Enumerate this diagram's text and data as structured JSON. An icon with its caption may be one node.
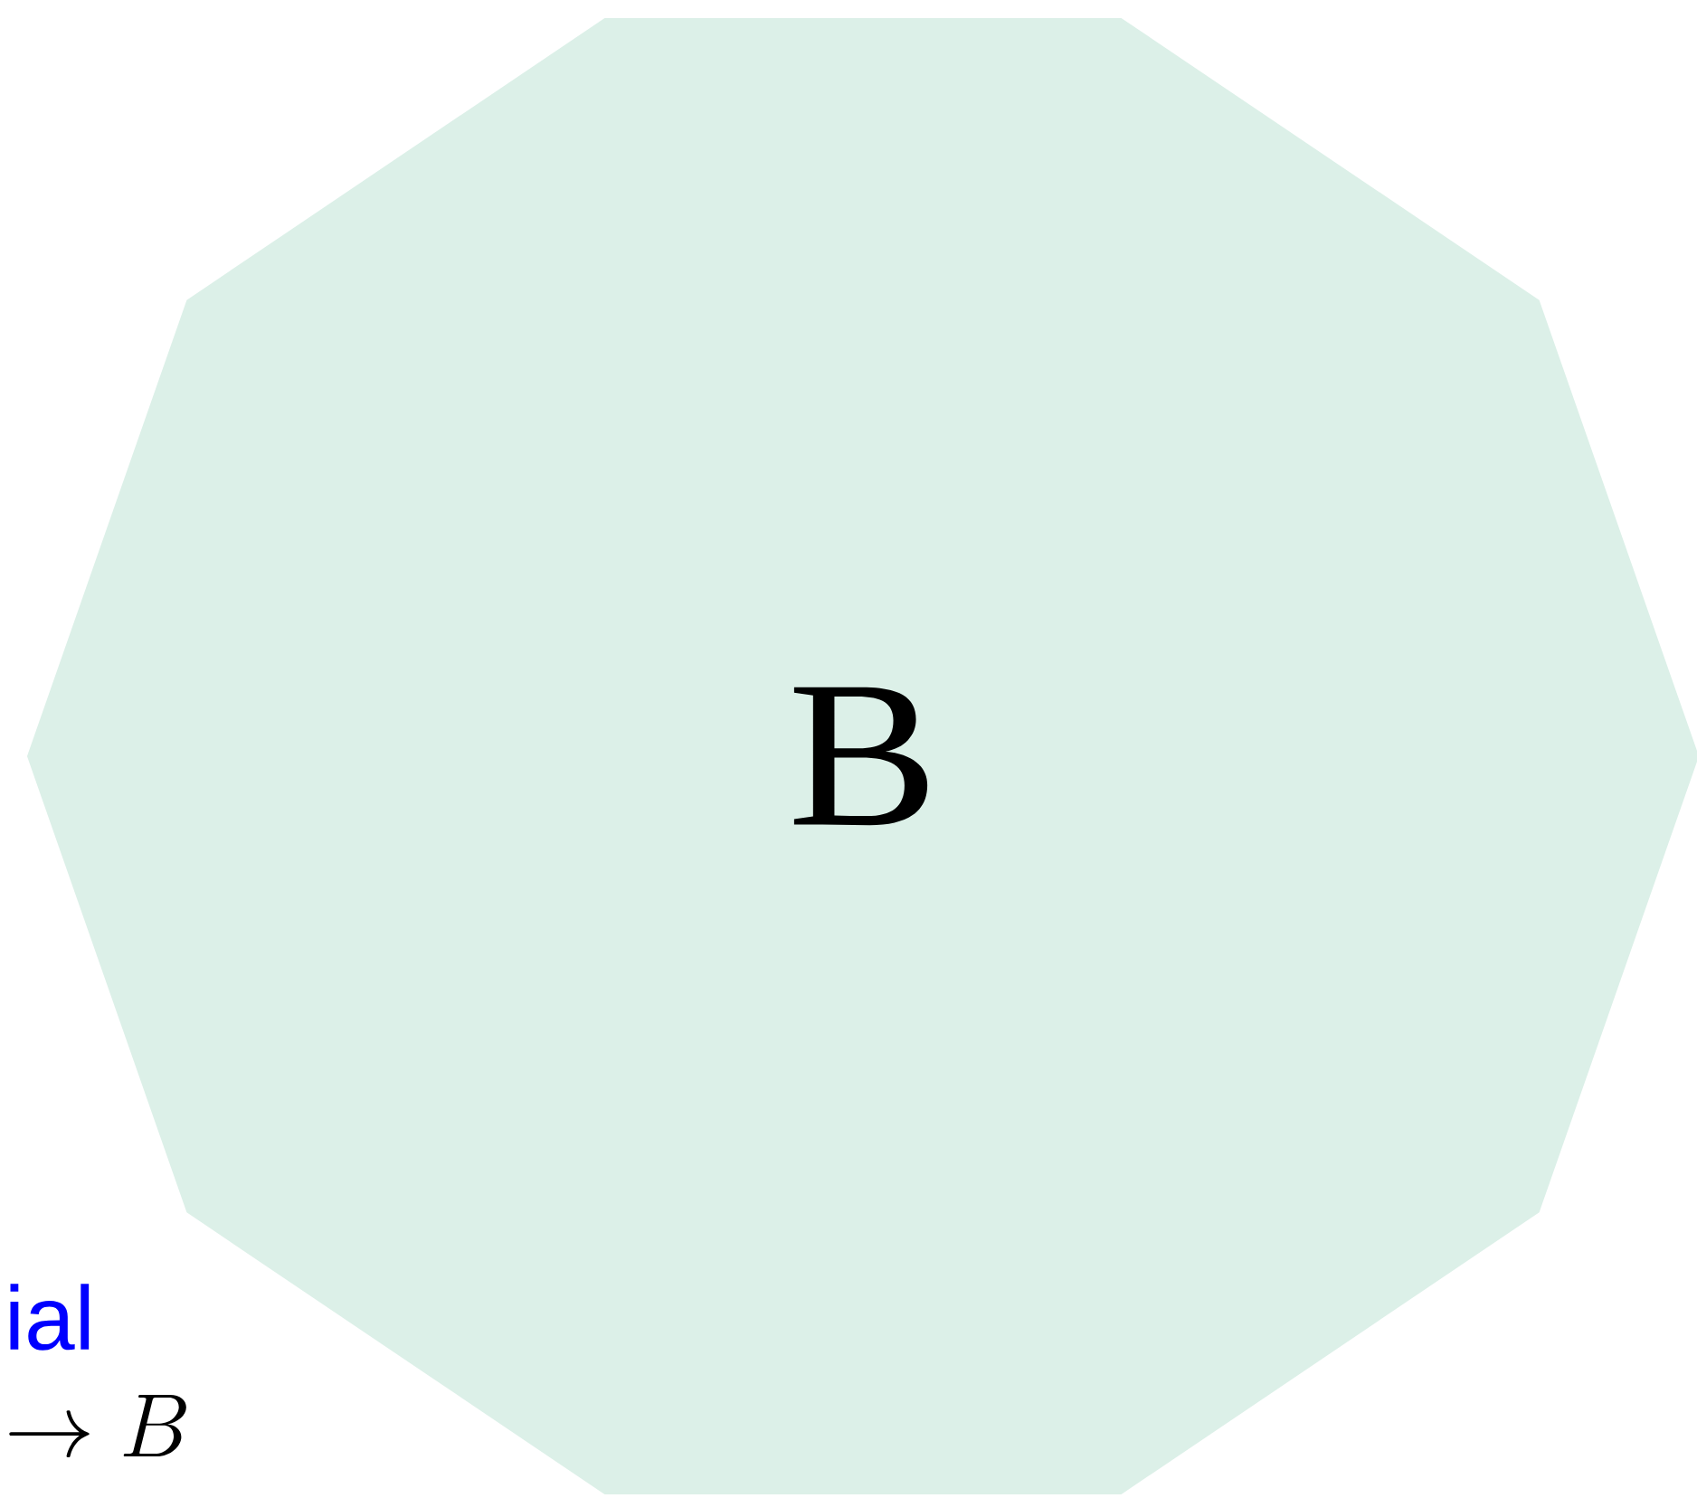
{
  "diagram": {
    "nodes": [
      {
        "text": [
          "B"
        ]
      }
    ],
    "labels": [
      "ial",
      "\\to B"
    ]
  }
}
